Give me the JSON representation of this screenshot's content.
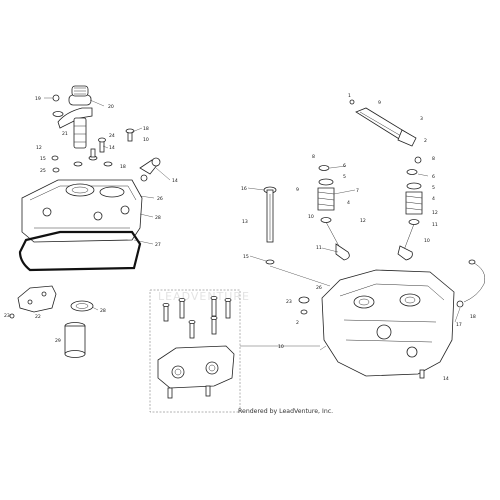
{
  "diagram": {
    "credit": "Rendered by LeadVenture, Inc.",
    "watermark": "LEADVENTURE",
    "callouts": {
      "c19": "19",
      "c20": "20",
      "c21": "21",
      "c18a": "18",
      "c10": "10",
      "c12": "12",
      "c24": "24",
      "c14": "14",
      "c15": "15",
      "c18b": "18",
      "c25": "25",
      "c26": "26",
      "c27": "27",
      "c23": "23",
      "c22": "22",
      "c28": "28",
      "c29": "29",
      "c1": "1",
      "c3": "3",
      "c8a": "8",
      "c6a": "6",
      "c5a": "5",
      "c7": "7",
      "c9a": "9",
      "c12b": "12",
      "c11": "11",
      "c8b": "8",
      "c6b": "6",
      "c5b": "5",
      "c4": "4",
      "c9b": "9",
      "c10b": "10",
      "c16": "16",
      "c13": "13",
      "c2": "2",
      "c17": "17",
      "c18c": "18",
      "c26b": "26",
      "c10c": "10"
    }
  }
}
